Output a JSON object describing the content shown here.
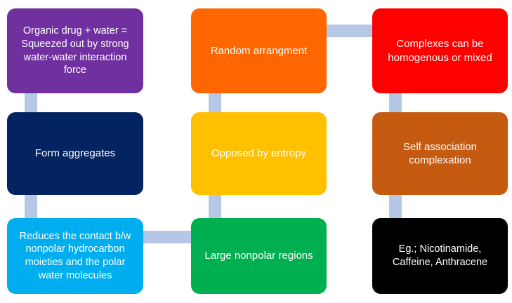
{
  "diagram": {
    "type": "flowchart-grid",
    "background_color": "#ffffff",
    "connector_color": "#b4c7e7",
    "text_color": "#ffffff",
    "nodes": [
      {
        "id": "organic-drug-water",
        "label": "Organic drug + water =\nSqueezed out by strong\nwater-water interaction\nforce",
        "color": "#7030A0",
        "row": 1,
        "column": 1
      },
      {
        "id": "random-arrangment",
        "label": "Random arrangment",
        "color": "#FF6600",
        "row": 1,
        "column": 2
      },
      {
        "id": "complexes-homogenous-mixed",
        "label": "Complexes can be\nhomogenous or mixed",
        "color": "#FF0000",
        "row": 1,
        "column": 3
      },
      {
        "id": "form-aggregates",
        "label": "Form aggregates",
        "color": "#042361",
        "row": 2,
        "column": 1
      },
      {
        "id": "opposed-by-entropy",
        "label": "Opposed by entropy",
        "color": "#FFC000",
        "row": 2,
        "column": 2
      },
      {
        "id": "self-association-complexation",
        "label": "Self association\ncomplexation",
        "color": "#C55A11",
        "row": 2,
        "column": 3
      },
      {
        "id": "reduces-contact",
        "label": "Reduces the contact b/w\nnonpolar hydrocarbon\nmoieties and the polar\nwater molecules",
        "color": "#00AEEF",
        "row": 3,
        "column": 1
      },
      {
        "id": "large-nonpolar-regions",
        "label": "Large nonpolar regions",
        "color": "#00B050",
        "row": 3,
        "column": 2
      },
      {
        "id": "examples",
        "label": "Eg.; Nicotinamide,\nCaffeine, Anthracene",
        "color": "#000000",
        "row": 3,
        "column": 3
      }
    ],
    "connectors": [
      {
        "id": "organic-drug-water-to-form-aggregates",
        "orientation": "vertical"
      },
      {
        "id": "form-aggregates-to-reduces-contact",
        "orientation": "vertical"
      },
      {
        "id": "reduces-contact-to-large-nonpolar-regions",
        "orientation": "horizontal"
      },
      {
        "id": "large-nonpolar-regions-to-opposed-by-entropy",
        "orientation": "vertical"
      },
      {
        "id": "opposed-by-entropy-to-random-arrangment",
        "orientation": "vertical"
      },
      {
        "id": "random-arrangment-to-complexes",
        "orientation": "horizontal"
      },
      {
        "id": "complexes-to-self-association",
        "orientation": "vertical"
      },
      {
        "id": "self-association-to-examples",
        "orientation": "vertical"
      }
    ]
  }
}
